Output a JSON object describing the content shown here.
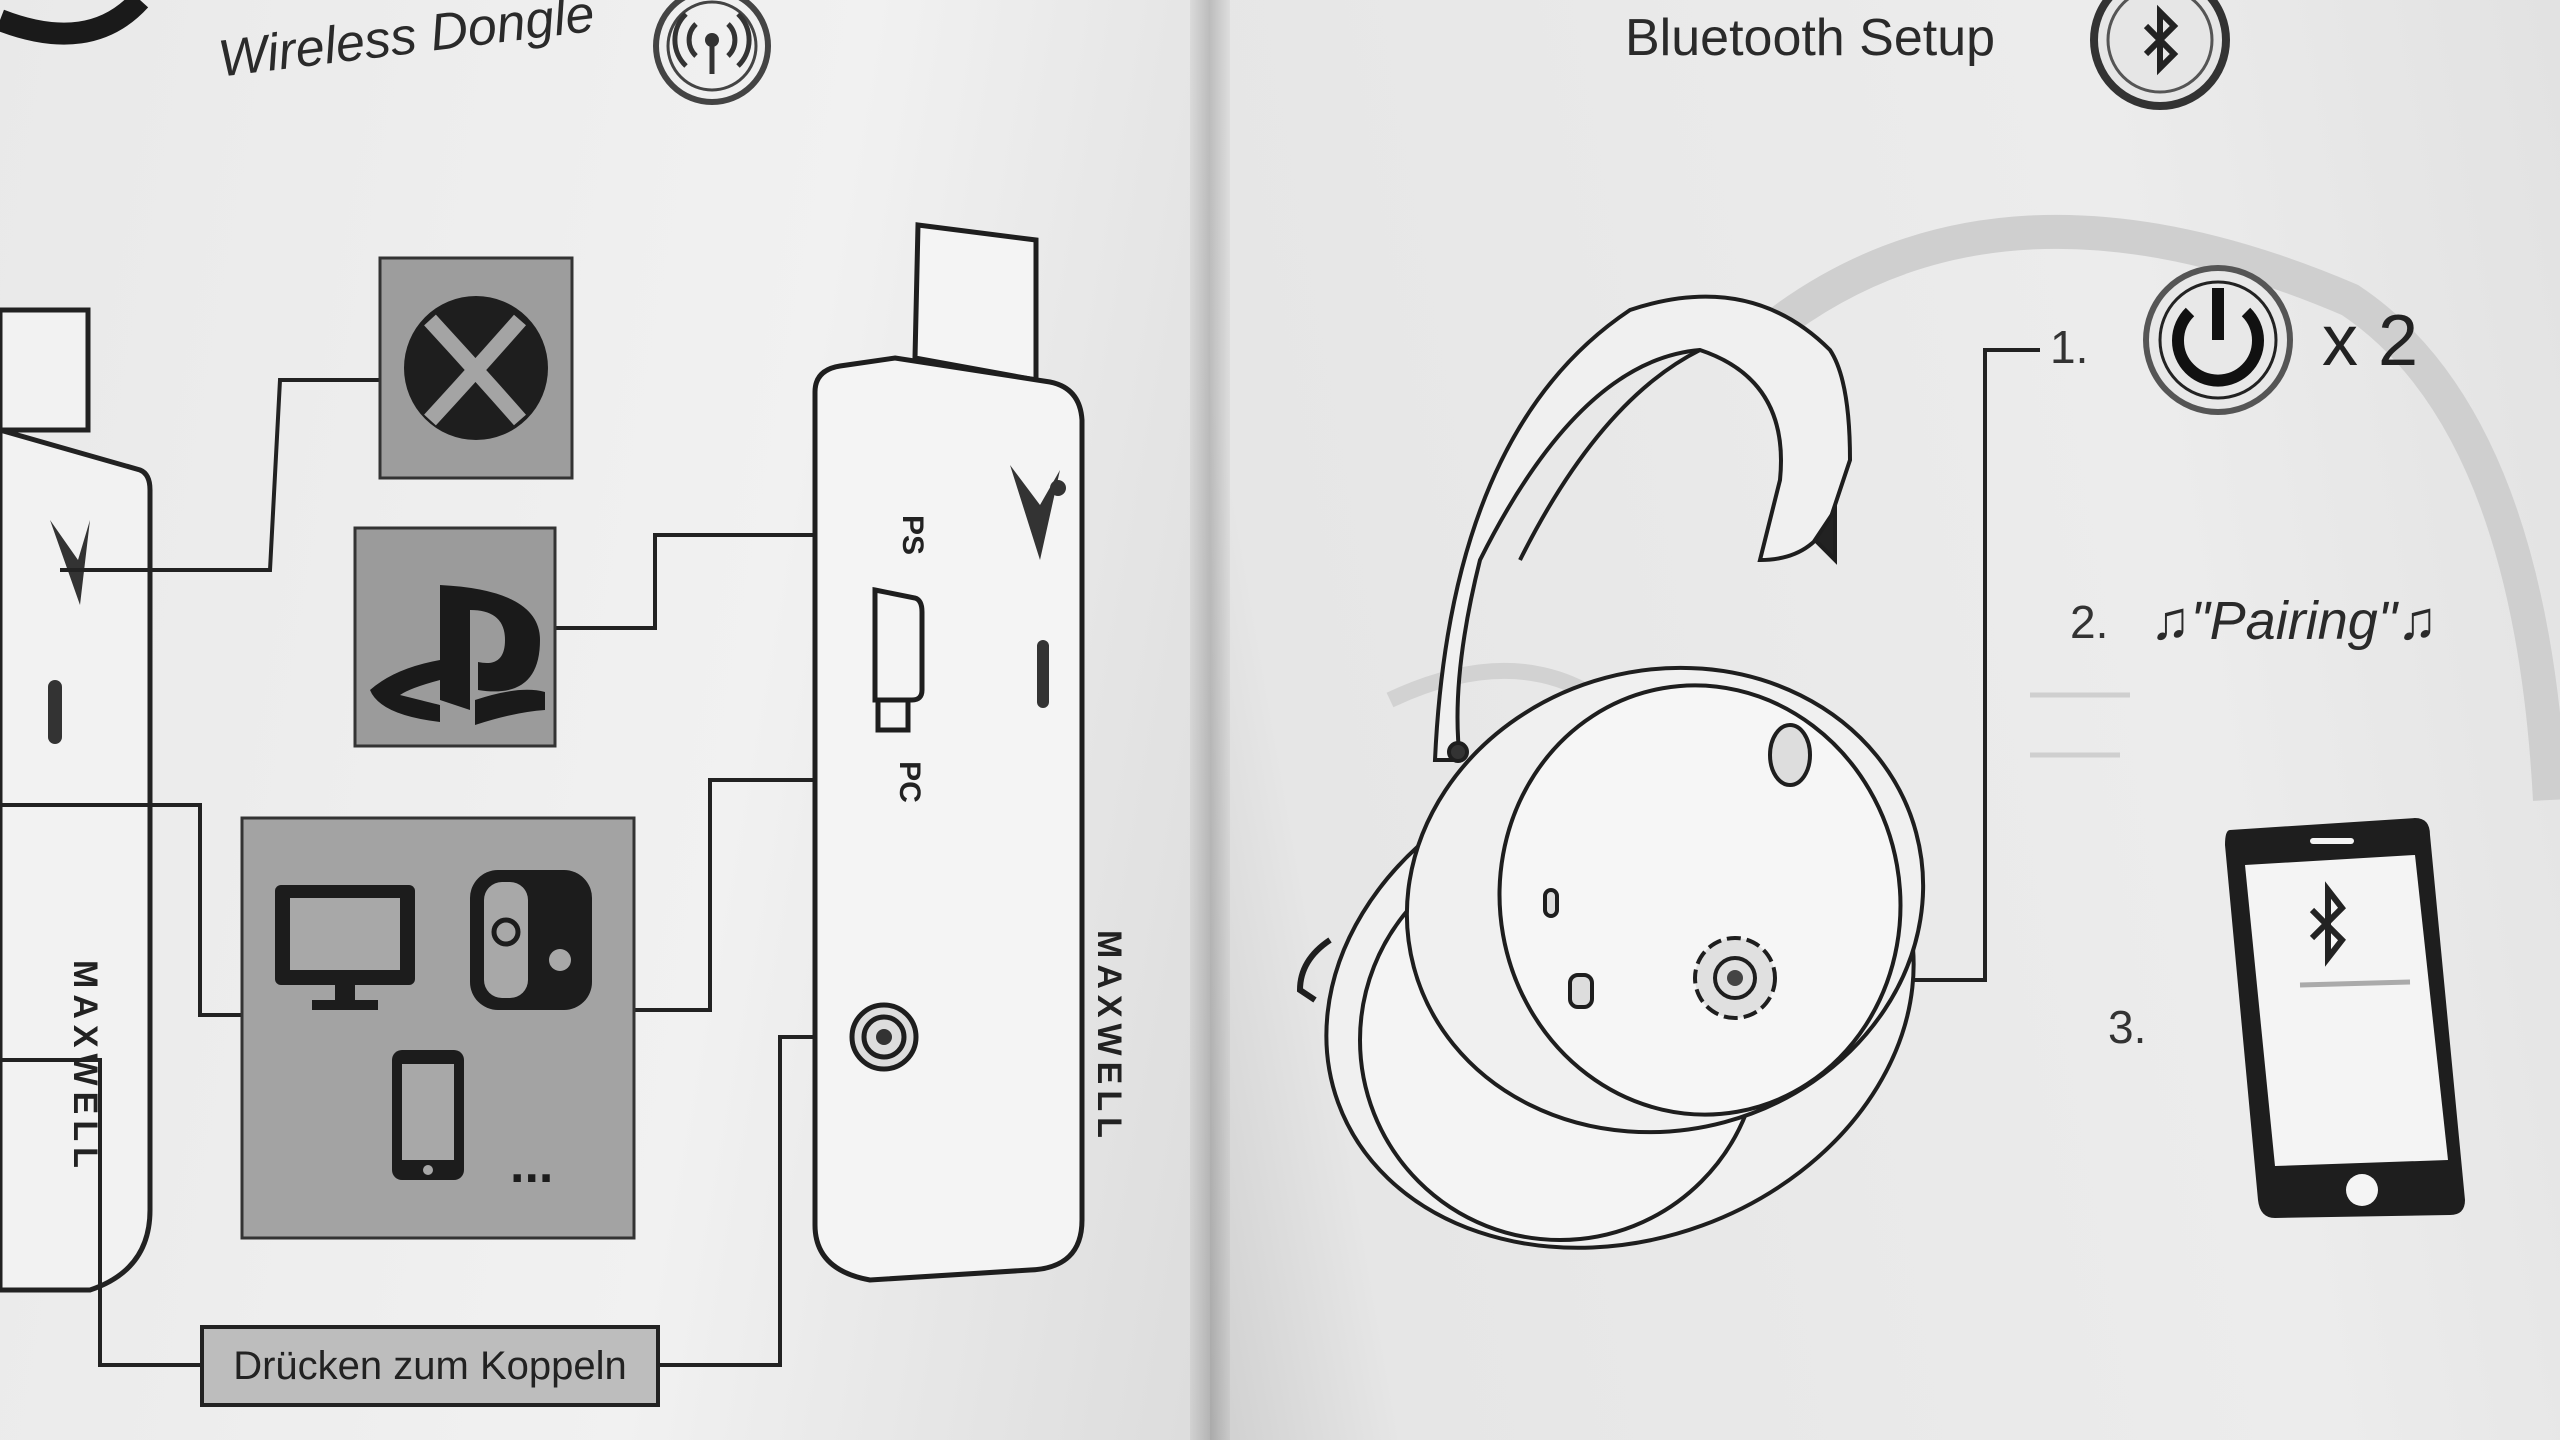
{
  "left_page": {
    "title": "Wireless Dongle",
    "title_icon": "wireless-signal-icon",
    "dongle_ports": {
      "ps_label": "PS",
      "pc_label": "PC"
    },
    "brand": "MAXWELL",
    "platforms": [
      "xbox-icon",
      "playstation-icon",
      "monitor-icon",
      "switch-icon",
      "smartphone-icon",
      "more-icon"
    ],
    "more_text": "...",
    "pair_button_label": "Drücken zum Koppeln"
  },
  "right_page": {
    "title": "Bluetooth Setup",
    "title_icon": "bluetooth-icon",
    "steps": [
      {
        "number": "1.",
        "icon": "power-icon",
        "text": "x 2"
      },
      {
        "number": "2.",
        "text": "♫\"Pairing\"♫"
      },
      {
        "number": "3.",
        "icon": "smartphone-bluetooth-icon"
      }
    ]
  }
}
